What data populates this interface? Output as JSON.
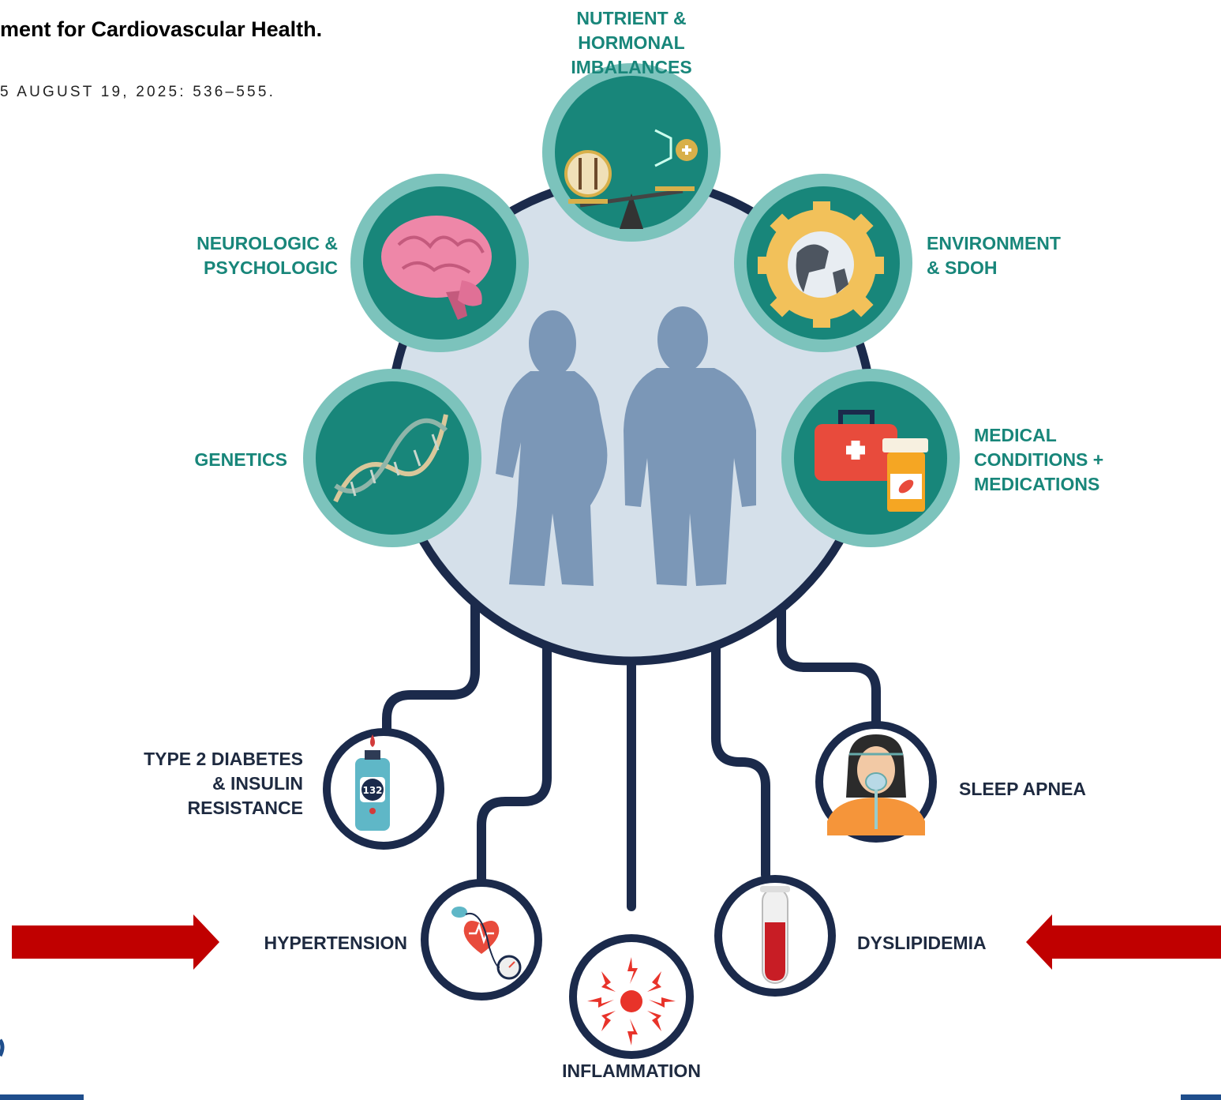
{
  "header": {
    "title": "ment for Cardiovascular Health.",
    "citation": "5 AUGUST 19, 2025: 536–555."
  },
  "causes": {
    "nutrient": "NUTRIENT &\nHORMONAL\nIMBALANCES",
    "neuro": "NEUROLOGIC &\nPSYCHOLOGIC",
    "environment": "ENVIRONMENT\n& SDOH",
    "genetics": "GENETICS",
    "medical": "MEDICAL\nCONDITIONS +\nMEDICATIONS"
  },
  "outcomes": {
    "diabetes": "TYPE 2 DIABETES\n& INSULIN\nRESISTANCE",
    "sleep": "SLEEP APNEA",
    "hypertension": "HYPERTENSION",
    "dyslipidemia": "DYSLIPIDEMIA",
    "inflammation": "INFLAMMATION"
  },
  "glucometer_reading": "132",
  "colors": {
    "navy": "#1b2a4b",
    "teal": "#18867a",
    "teal_ring": "#7cc3bc",
    "center_fill": "#d5e0ea",
    "silhouette": "#7b97b7",
    "arrow_red": "#c00000"
  }
}
